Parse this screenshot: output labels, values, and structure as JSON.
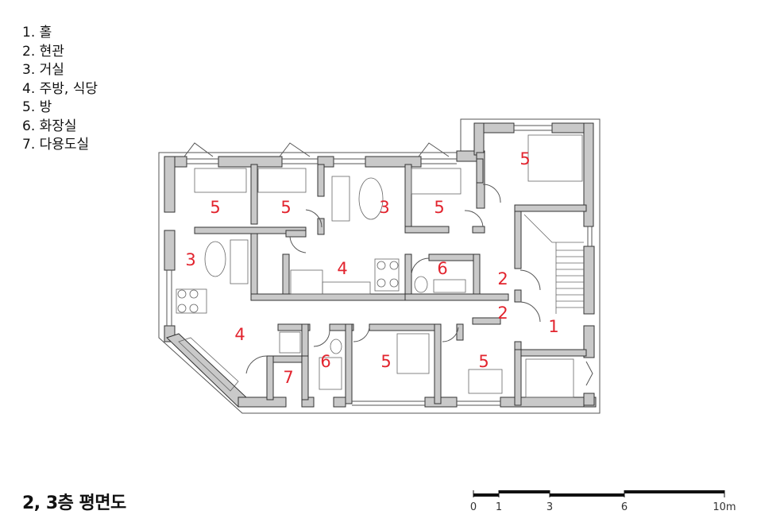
{
  "legend": [
    "1. 홀",
    "2. 현관",
    "3. 거실",
    "4. 주방, 식당",
    "5. 방",
    "6. 화장실",
    "7. 다용도실"
  ],
  "title": "2, 3층 평면도",
  "scale_bar": {
    "ticks": [
      "0",
      "1",
      "3",
      "6",
      "10m"
    ]
  },
  "room_labels": [
    "5",
    "5",
    "5",
    "3",
    "5",
    "3",
    "4",
    "6",
    "2",
    "2",
    "1",
    "4",
    "7",
    "6",
    "5",
    "5"
  ],
  "colors": {
    "wall": "#c9c9c9",
    "wall_outline": "#333333",
    "room_number": "#e2242e"
  }
}
